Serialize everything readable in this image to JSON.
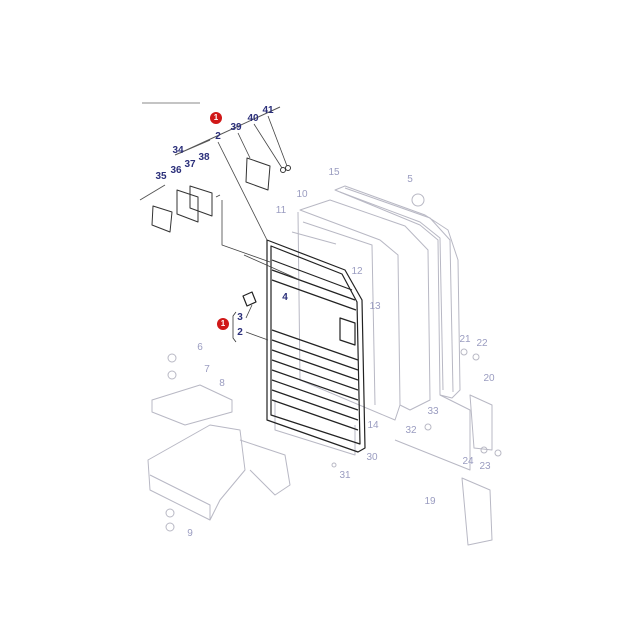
{
  "diagram": {
    "kit_badges": [
      "1",
      "1"
    ],
    "callouts_main": {
      "p41": "41",
      "p40": "40",
      "p39": "39",
      "p2_top": "2",
      "p34": "34",
      "p35": "35",
      "p36": "36",
      "p37": "37",
      "p38": "38",
      "p4": "4",
      "p3": "3",
      "p2_lower": "2"
    },
    "callouts_faded": {
      "p15": "15",
      "p5": "5",
      "p10": "10",
      "p11": "11",
      "p12": "12",
      "p13": "13",
      "p6": "6",
      "p7": "7",
      "p8": "8",
      "p21": "21",
      "p22": "22",
      "p20": "20",
      "p33": "33",
      "p14": "14",
      "p32": "32",
      "p30": "30",
      "p31": "31",
      "p24": "24",
      "p23": "23",
      "p19": "19",
      "p9": "9"
    },
    "colors": {
      "badge": "#d01818",
      "main_label": "#2b2f7a",
      "faded_label": "#9a9cc0"
    }
  }
}
